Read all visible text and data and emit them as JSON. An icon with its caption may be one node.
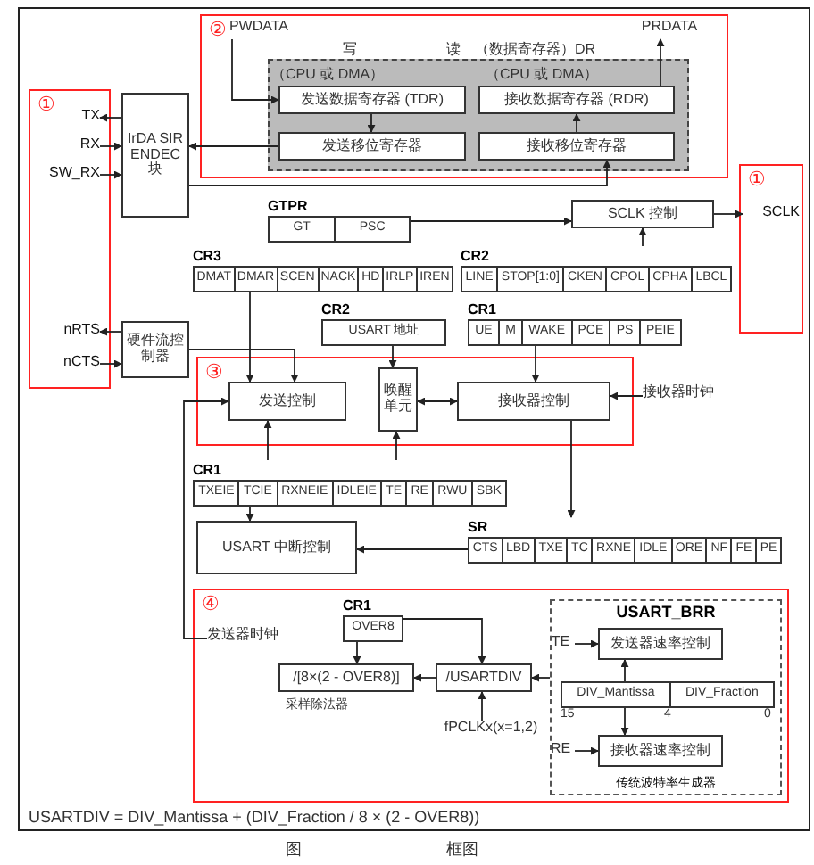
{
  "diagram": {
    "nodes": [
      {
        "text": [
          "①"
        ]
      },
      {
        "text": [
          "TX"
        ],
        "in": 0
      },
      {
        "text": [
          "RX"
        ],
        "in": 0
      },
      {
        "text": [
          "SW_RX"
        ],
        "in": 0
      },
      {
        "text": [
          "nRTS"
        ],
        "in": 0
      },
      {
        "text": [
          "nCTS"
        ],
        "in": 0
      },
      {
        "text": [
          "②"
        ]
      },
      {
        "text": [
          "PWDATA"
        ],
        "in": 6
      },
      {
        "text": [
          "PRDATA"
        ],
        "in": 6
      },
      {
        "text": [],
        "shape": "box",
        "in": 6
      },
      {
        "text": [
          "发送数据寄存器 (TDR)"
        ],
        "in": 9
      },
      {
        "text": [
          "接收数据寄存器 (RDR)"
        ],
        "in": 9
      },
      {
        "text": [
          "发送移位寄存器"
        ],
        "in": 9
      },
      {
        "text": [
          "接收移位寄存器"
        ],
        "in": 9
      },
      {
        "text": [
          "IrDA SIR ENDEC 块"
        ]
      },
      {
        "text": [
          "硬件流控制器"
        ]
      },
      {
        "text": [
          "①"
        ]
      },
      {
        "text": [
          "SCLK"
        ],
        "in": 16
      },
      {
        "text": [
          "GTPR",
          "GT",
          "PSC"
        ]
      },
      {
        "text": [
          "SCLK 控制"
        ]
      },
      {
        "text": [
          "CR3",
          "DMAT",
          "DMAR",
          "SCEN",
          "NACK",
          "HD",
          "IRLP",
          "IREN"
        ]
      },
      {
        "text": [
          "CR2",
          "USART 地址"
        ]
      },
      {
        "text": [
          "CR2",
          "LINE",
          "STOP[1:0]",
          "CKEN",
          "CPOL",
          "CPHA",
          "LBCL"
        ]
      },
      {
        "text": [
          "CR1",
          "UE",
          "M",
          "WAKE",
          "PCE",
          "PS",
          "PEIE"
        ]
      },
      {
        "text": [
          "③"
        ]
      },
      {
        "text": [
          "发送控制"
        ],
        "in": 24
      },
      {
        "text": [
          "唤醒单元"
        ],
        "in": 24
      },
      {
        "text": [
          "接收器控制"
        ],
        "in": 24
      },
      {
        "text": [
          "接收器时钟"
        ]
      },
      {
        "text": [
          "CR1",
          "TXEIE",
          "TCIE",
          "RXNEIE",
          "IDLEIE",
          "TE",
          "RE",
          "RWU",
          "SBK"
        ]
      },
      {
        "text": [
          "SR",
          "CTS",
          "LBD",
          "TXE",
          "TC",
          "RXNE",
          "IDLE",
          "ORE",
          "NF",
          "FE",
          "PE"
        ]
      },
      {
        "text": [
          "USART 中断控制"
        ]
      },
      {
        "text": [
          "④"
        ]
      },
      {
        "text": [
          "CR1",
          "OVER8"
        ],
        "in": 32
      },
      {
        "text": [
          "/[8×(2 - OVER8)]"
        ],
        "beside": [
          "采样除法器"
        ],
        "in": 32
      },
      {
        "text": [
          "/USARTDIV"
        ],
        "in": 32
      },
      {
        "text": [
          "fPCLKx(x=1,2)"
        ],
        "in": 32
      },
      {
        "text": [
          "发送器时钟"
        ],
        "in": 32
      },
      {
        "text": [
          "USART_BRR",
          "传统波特率生成器"
        ],
        "in": 32
      },
      {
        "text": [
          "发送器速率控制"
        ],
        "in": 38
      },
      {
        "text": [
          "DIV_Mantissa",
          "DIV_Fraction"
        ],
        "beside": [
          "15",
          "4",
          "0"
        ],
        "in": 38
      },
      {
        "text": [
          "接收器速率控制"
        ],
        "in": 38
      },
      {
        "text": [
          "TE"
        ],
        "in": 38
      },
      {
        "text": [
          "RE"
        ],
        "in": 38
      }
    ],
    "edges": [
      {
        "from": 7,
        "to": 10,
        "arrow": "to"
      },
      {
        "from": 10,
        "to": 12,
        "arrow": "to"
      },
      {
        "from": 13,
        "to": 11,
        "arrow": "to"
      },
      {
        "from": 11,
        "to": 8,
        "arrow": "to"
      },
      {
        "from": 12,
        "to": 14,
        "arrow": "to"
      },
      {
        "from": 14,
        "to": 1,
        "arrow": "to"
      },
      {
        "from": 2,
        "to": 14,
        "arrow": "to"
      },
      {
        "from": 3,
        "to": 14,
        "arrow": "to"
      },
      {
        "from": 14,
        "to": 13,
        "arrow": "to"
      },
      {
        "from": 15,
        "to": 4,
        "arrow": "to"
      },
      {
        "from": 5,
        "to": 15,
        "arrow": "to"
      },
      {
        "from": 18,
        "to": 19,
        "arrow": "to"
      },
      {
        "from": 19,
        "to": 17,
        "arrow": "to"
      },
      {
        "from": 22,
        "to": 19,
        "arrow": "to"
      },
      {
        "from": 20,
        "to": 25,
        "arrow": "to"
      },
      {
        "from": 15,
        "to": 25,
        "arrow": "to"
      },
      {
        "from": 21,
        "to": 26,
        "arrow": "to"
      },
      {
        "from": 23,
        "to": 27,
        "arrow": "to"
      },
      {
        "from": 26,
        "to": 27,
        "arrow": "both"
      },
      {
        "from": 29,
        "to": 25,
        "arrow": "to"
      },
      {
        "from": 29,
        "to": 26,
        "arrow": "to"
      },
      {
        "from": 29,
        "to": 31,
        "arrow": "to"
      },
      {
        "from": 30,
        "to": 31,
        "arrow": "to"
      },
      {
        "from": 27,
        "to": 30,
        "arrow": "to"
      },
      {
        "from": 28,
        "to": 27,
        "arrow": "to"
      },
      {
        "from": 33,
        "to": 34,
        "arrow": "to"
      },
      {
        "from": 33,
        "to": 35,
        "arrow": "to"
      },
      {
        "from": 35,
        "to": 34,
        "arrow": "to"
      },
      {
        "from": 36,
        "to": 35,
        "arrow": "to"
      },
      {
        "from": 38,
        "to": 35,
        "arrow": "to"
      },
      {
        "from": 37,
        "to": 25,
        "arrow": "to"
      },
      {
        "from": 40,
        "to": 39,
        "arrow": "to"
      },
      {
        "from": 40,
        "to": 41,
        "arrow": "to"
      },
      {
        "from": 42,
        "to": 39,
        "arrow": "to"
      },
      {
        "from": 43,
        "to": 41,
        "arrow": "to"
      }
    ],
    "labels": [
      "写",
      "（CPU 或 DMA）",
      "读",
      "（CPU 或 DMA）",
      "（数据寄存器）DR",
      "USARTDIV = DIV_Mantissa + (DIV_Fraction / 8 × (2 - OVER8))",
      "图",
      "框图"
    ]
  }
}
